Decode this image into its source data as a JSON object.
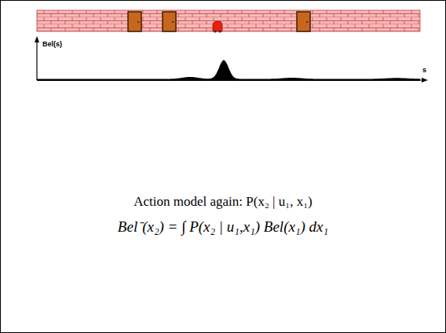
{
  "diagram": {
    "labels": [
      "Bel(s)",
      "s",
      "Action model again:  P(x₂ | u₁, x₁)",
      "Bel⁻(x₂) = ∫ P(x₂ | u₁,x₁) Bel(x₁) dx₁"
    ]
  }
}
